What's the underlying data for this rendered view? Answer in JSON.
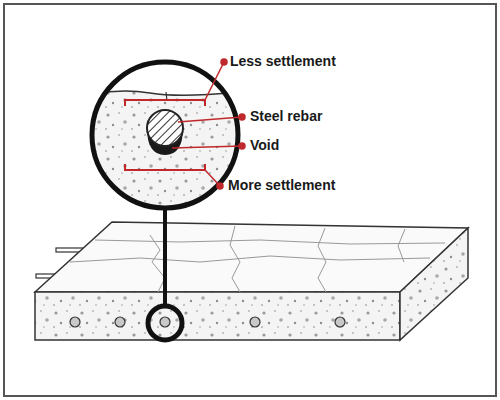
{
  "diagram": {
    "labels": [
      "Less settlement",
      "Steel rebar",
      "Void",
      "More settlement"
    ]
  }
}
